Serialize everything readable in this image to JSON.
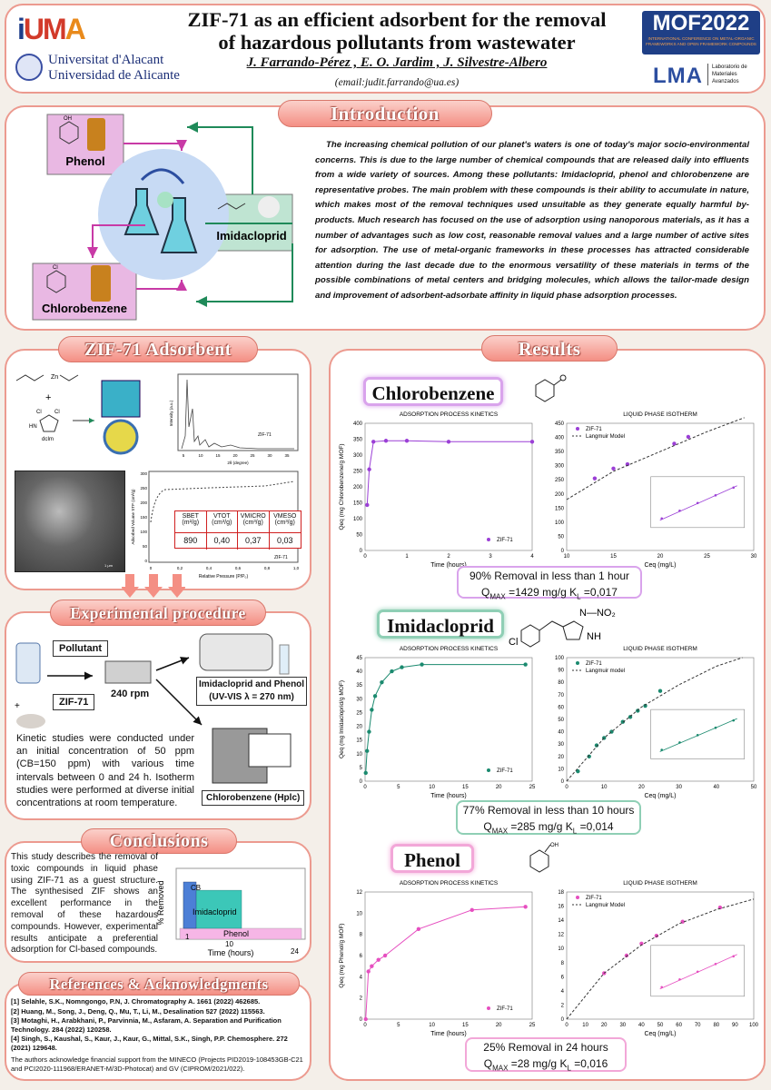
{
  "header": {
    "title_line1": "ZIF-71 as an efficient adsorbent for the removal",
    "title_line2": "of hazardous pollutants from wastewater",
    "authors": "J. Farrando-Pérez , E. O. Jardim , J. Silvestre-Albero",
    "email": "(email:judit.farrando@ua.es)",
    "logo_iuma": "iUMA",
    "univ1": "Universitat d'Alacant",
    "univ2": "Universidad de Alicante",
    "mof_logo": "MOF2022",
    "mof_sub1": "INTERNATIONAL CONFERENCE ON METAL-ORGANIC",
    "mof_sub2": "FRAMEWORKS AND OPEN FRAMEWORK COMPOUNDS",
    "lma_logo": "LMA",
    "lma1": "Laboratorio de",
    "lma2": "Materiales",
    "lma3": "Avanzados"
  },
  "intro": {
    "heading": "Introduction",
    "phenol": "Phenol",
    "imidacloprid": "Imidacloprid",
    "chlorobenzene": "Chlorobenzene",
    "oh": "OH",
    "cl": "Cl",
    "text": "The increasing chemical pollution of our planet's waters is one of today's major socio-environmental concerns. This is due to the large number of chemical compounds that are released daily into effluents from a wide variety of sources. Among these pollutants: Imidacloprid, phenol and chlorobenzene are representative probes. The main problem with these compounds is their ability to accumulate in nature, which makes most of the removal techniques used unsuitable as they generate equally harmful by-products. Much research has focused on the use of adsorption using nanoporous materials, as it has a number of advantages such as low cost, reasonable removal values and a large number of active sites for adsorption. The use of metal-organic frameworks in these processes has attracted considerable attention during the last decade due to the enormous versatility of these materials in terms of the possible combinations of metal centers and bridging molecules, which allows the tailor-made design and improvement of adsorbent-adsorbate affinity in liquid phase adsorption processes."
  },
  "zif": {
    "heading": "ZIF-71 Adsorbent",
    "zn": "Zn",
    "plus": "+",
    "dcim": "dcIm",
    "cl": "Cl",
    "hn": "HN",
    "n": "N",
    "xrd_label": "ZIF-71",
    "xrd_x": "2θ (degree)",
    "xrd_y": "Intensity (a.u.)",
    "xrd_ticks": [
      "5",
      "10",
      "15",
      "20",
      "25",
      "30",
      "35"
    ],
    "iso_x": "Relative Pressure (P/P₀)",
    "iso_y": "Adsorbed Volume STP (cm³/g)",
    "iso_legend": "ZIF-71",
    "iso_xt": [
      "0",
      "0,2",
      "0,4",
      "0,6",
      "0,8",
      "1,0"
    ],
    "iso_yt": [
      "0",
      "50",
      "100",
      "150",
      "200",
      "250",
      "300"
    ],
    "table_head": [
      "SBET (m²/g)",
      "VTOT (cm³/g)",
      "VMICRO (cm³/g)",
      "VMESO (cm³/g)"
    ],
    "table_vals": [
      "890",
      "0,40",
      "0,37",
      "0,03"
    ],
    "scale": "1 μm"
  },
  "exp": {
    "heading": "Experimental procedure",
    "pollutant": "Pollutant",
    "zif": "ZIF-71",
    "rpm": "240 rpm",
    "uv1": "Imidacloprid and Phenol",
    "uv2": "(UV-VIS λ = 270 nm)",
    "hplc": "Chlorobenzene (Hplc)",
    "plus": "+",
    "text": "Kinetic studies were conducted under an initial concentration of 50 ppm (CB=150 ppm) with various time intervals between 0 and 24 h. Isotherm studies were performed at diverse initial concentrations at room temperature."
  },
  "concl": {
    "heading": "Conclusions",
    "text": "This study describes the removal of toxic compounds in liquid phase using ZIF-71 as a guest structure. The synthesised ZIF shows an excellent performance in the removal of these hazardous compounds. However, experimental results anticipate a preferential adsorption for Cl-based compounds.",
    "ylabel": "% Removed",
    "xlabel": "Time (hours)",
    "cb": "CB",
    "imi": "Imidacloprid",
    "phe": "Phenol",
    "t1": "1",
    "t10": "10",
    "t24": "24"
  },
  "refs": {
    "heading": "References & Acknowledgments",
    "items": [
      "[1] Selahle, S.K., Nomngongo, P.N, J. Chromatography A. 1661 (2022) 462685.",
      "[2] Huang, M., Song, J., Deng, Q., Mu, T., Li, M., Desalination 527 (2022) 115563.",
      "[3] Motaghi, H., Arabkhani, P., Parvinnia, M., Asfaram, A. Separation and Purification Technology. 284 (2022) 120258.",
      "[4] Singh, S., Kaushal, S., Kaur, J., Kaur, G., Mittal, S.K., Singh, P.P. Chemosphere. 272 (2021) 129648."
    ],
    "ack": "The authors acknowledge financial support from the MINECO (Projects PID2019-108453GB-C21 and PCI2020-111968/ERANET-M/3D-Photocat) and GV (CIPROM/2021/022)."
  },
  "results": {
    "heading": "Results",
    "kin_title": "ADSORPTION PROCESS KINETICS",
    "iso_title": "LIQUID PHASE ISOTHERM",
    "time": "Time (hours)",
    "ceq": "Ceq (mg/L)",
    "zif": "ZIF-71",
    "lang": "Langmuir Model",
    "lang2": "Langmuir model",
    "cb": {
      "name": "Chlorobenzene",
      "ylab": "Qeq (mg Chlorobenzene/g MOF)",
      "s1": "90% Removal in less than 1 hour",
      "s2a": "Q",
      "s2b": "MAX",
      "s2c": " =1429 mg/g K",
      "s2d": "L",
      "s2e": " =0,017"
    },
    "imi": {
      "name": "Imidacloprid",
      "ylab": "Qeq (mg Imidacloprid/g MOF)",
      "s1": "77% Removal in less than 10 hours",
      "s2a": "Q",
      "s2b": "MAX",
      "s2c": " =285 mg/g K",
      "s2d": "L",
      "s2e": " =0,014",
      "no2": "N—NO₂",
      "nh": "NH",
      "cl": "Cl"
    },
    "phe": {
      "name": "Phenol",
      "ylab": "Qeq (mg Phenol/g MOF)",
      "s1": "25% Removal in 24 hours",
      "s2a": "Q",
      "s2b": "MAX",
      "s2c": " =28 mg/g K",
      "s2d": "L",
      "s2e": " =0,016",
      "oh": "OH"
    }
  },
  "chart_data": [
    {
      "type": "line",
      "title": "ADSORPTION PROCESS KINETICS",
      "panel": "Chlorobenzene",
      "xlabel": "Time (hours)",
      "ylabel": "Qeq (mg Chlorobenzene/g MOF)",
      "xlim": [
        0,
        4
      ],
      "ylim": [
        0,
        400
      ],
      "xticks": [
        0,
        1,
        2,
        3,
        4
      ],
      "yticks": [
        0,
        50,
        100,
        150,
        200,
        250,
        300,
        350,
        400
      ],
      "series": [
        {
          "name": "ZIF-71",
          "x": [
            0.05,
            0.1,
            0.2,
            0.5,
            1,
            2,
            4
          ],
          "y": [
            143,
            255,
            342,
            345,
            345,
            342,
            342
          ]
        }
      ]
    },
    {
      "type": "scatter",
      "title": "LIQUID PHASE ISOTHERM",
      "panel": "Chlorobenzene",
      "xlabel": "Ceq (mg/L)",
      "ylim": [
        0,
        450
      ],
      "xlim": [
        10,
        30
      ],
      "xticks": [
        10,
        15,
        20,
        25,
        30
      ],
      "yticks": [
        0,
        50,
        100,
        150,
        200,
        250,
        300,
        350,
        400,
        450
      ],
      "series": [
        {
          "name": "ZIF-71",
          "x": [
            13,
            15,
            16.5,
            21.5,
            23
          ],
          "y": [
            255,
            290,
            305,
            378,
            402
          ]
        },
        {
          "name": "Langmuir Model",
          "x": [
            10,
            15,
            20,
            25,
            29
          ],
          "y": [
            180,
            280,
            350,
            420,
            470
          ]
        }
      ]
    },
    {
      "type": "line",
      "title": "ADSORPTION PROCESS KINETICS",
      "panel": "Imidacloprid",
      "xlabel": "Time (hours)",
      "ylabel": "Qeq (mg Imidacloprid/g MOF)",
      "xlim": [
        0,
        25
      ],
      "ylim": [
        0,
        45
      ],
      "xticks": [
        0,
        5,
        10,
        15,
        20,
        25
      ],
      "yticks": [
        0,
        5,
        10,
        15,
        20,
        25,
        30,
        35,
        40,
        45
      ],
      "series": [
        {
          "name": "ZIF-71",
          "x": [
            0.1,
            0.3,
            0.6,
            1,
            1.5,
            2.5,
            4,
            5.5,
            8.5,
            24
          ],
          "y": [
            3,
            11,
            18,
            26,
            31,
            36,
            40,
            41.5,
            42.5,
            42.5
          ]
        }
      ]
    },
    {
      "type": "scatter",
      "title": "LIQUID PHASE ISOTHERM",
      "panel": "Imidacloprid",
      "xlabel": "Ceq (mg/L)",
      "xlim": [
        0,
        50
      ],
      "ylim": [
        0,
        100
      ],
      "xticks": [
        0,
        10,
        20,
        30,
        40,
        50
      ],
      "yticks": [
        0,
        10,
        20,
        30,
        40,
        50,
        60,
        70,
        80,
        90,
        100
      ],
      "series": [
        {
          "name": "ZIF-71",
          "x": [
            3,
            6,
            8,
            10,
            12,
            15,
            17,
            19,
            21,
            25
          ],
          "y": [
            8,
            20,
            29,
            35,
            40,
            48,
            52,
            57,
            61,
            73
          ]
        },
        {
          "name": "Langmuir model",
          "x": [
            0,
            10,
            20,
            30,
            40,
            47
          ],
          "y": [
            0,
            35,
            60,
            78,
            93,
            100
          ]
        }
      ]
    },
    {
      "type": "line",
      "title": "ADSORPTION PROCESS KINETICS",
      "panel": "Phenol",
      "xlabel": "Time (hours)",
      "ylabel": "Qeq (mg Phenol/g MOF)",
      "xlim": [
        0,
        25
      ],
      "ylim": [
        0,
        12
      ],
      "xticks": [
        0,
        5,
        10,
        15,
        20,
        25
      ],
      "yticks": [
        0,
        2,
        4,
        6,
        8,
        10,
        12
      ],
      "series": [
        {
          "name": "ZIF-71",
          "x": [
            0.1,
            0.5,
            1,
            2,
            3,
            8,
            16,
            24
          ],
          "y": [
            0,
            4.5,
            5,
            5.6,
            6,
            8.5,
            10.3,
            10.6
          ]
        }
      ]
    },
    {
      "type": "scatter",
      "title": "LIQUID PHASE ISOTHERM",
      "panel": "Phenol",
      "xlabel": "Ceq (mg/L)",
      "xlim": [
        0,
        100
      ],
      "ylim": [
        0,
        18
      ],
      "xticks": [
        0,
        10,
        20,
        30,
        40,
        50,
        60,
        70,
        80,
        90,
        100
      ],
      "yticks": [
        0,
        2,
        4,
        6,
        8,
        10,
        12,
        14,
        16,
        18
      ],
      "series": [
        {
          "name": "ZIF-71",
          "x": [
            20,
            32,
            40,
            48,
            62,
            82
          ],
          "y": [
            6.5,
            9,
            10.7,
            11.8,
            13.8,
            15.8
          ]
        },
        {
          "name": "Langmuir Model",
          "x": [
            0,
            20,
            40,
            60,
            80,
            100
          ],
          "y": [
            0,
            6.5,
            10.5,
            13.5,
            15.5,
            17
          ]
        }
      ]
    },
    {
      "type": "bar",
      "title": "",
      "panel": "Conclusions",
      "xlabel": "Time (hours)",
      "ylabel": "% Removed",
      "categories": [
        "Phenol",
        "Imidacloprid",
        "CB"
      ],
      "values": [
        25,
        77,
        90
      ],
      "times": [
        24,
        10,
        1
      ]
    }
  ]
}
